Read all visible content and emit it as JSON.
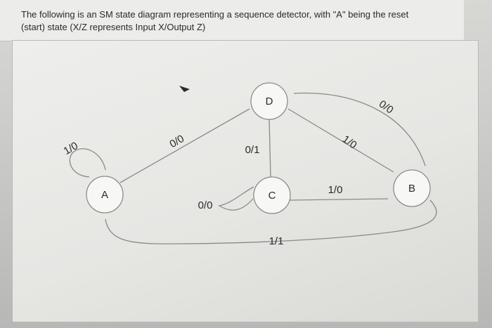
{
  "question": {
    "line1": "The following is an SM state diagram representing a sequence detector, with \"A\" being the reset",
    "line2": "(start) state (X/Z represents Input X/Output Z)"
  },
  "states": {
    "A": "A",
    "B": "B",
    "C": "C",
    "D": "D"
  },
  "transitions": {
    "A_self": "1/0",
    "A_to_D": "0/0",
    "D_to_C": "0/1",
    "D_to_B": "1/0",
    "B_to_D": "0/0",
    "C_self": "0/0",
    "C_to_B": "1/0",
    "B_to_A": "1/1"
  }
}
